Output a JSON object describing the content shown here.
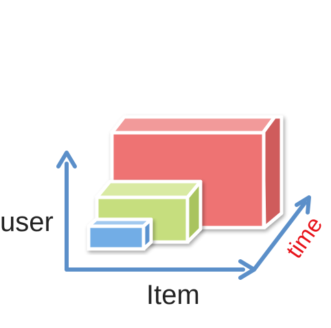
{
  "axes": {
    "user_label": "user",
    "item_label": "Item",
    "time_label": "time"
  },
  "colors": {
    "axis": "#5b8fc9",
    "time_label": "#e8141b",
    "label_text": "#222222",
    "large_cuboid_front": "#ee7373",
    "large_cuboid_top": "#f29a9a",
    "large_cuboid_side": "#cf5c5c",
    "medium_cuboid_front": "#c6de7e",
    "medium_cuboid_top": "#d9eaa3",
    "medium_cuboid_side": "#a9c45e",
    "small_cuboid_front": "#72ade6",
    "small_cuboid_top": "#a2c9ef",
    "small_cuboid_side": "#5a92cf",
    "outline": "#ffffff"
  }
}
